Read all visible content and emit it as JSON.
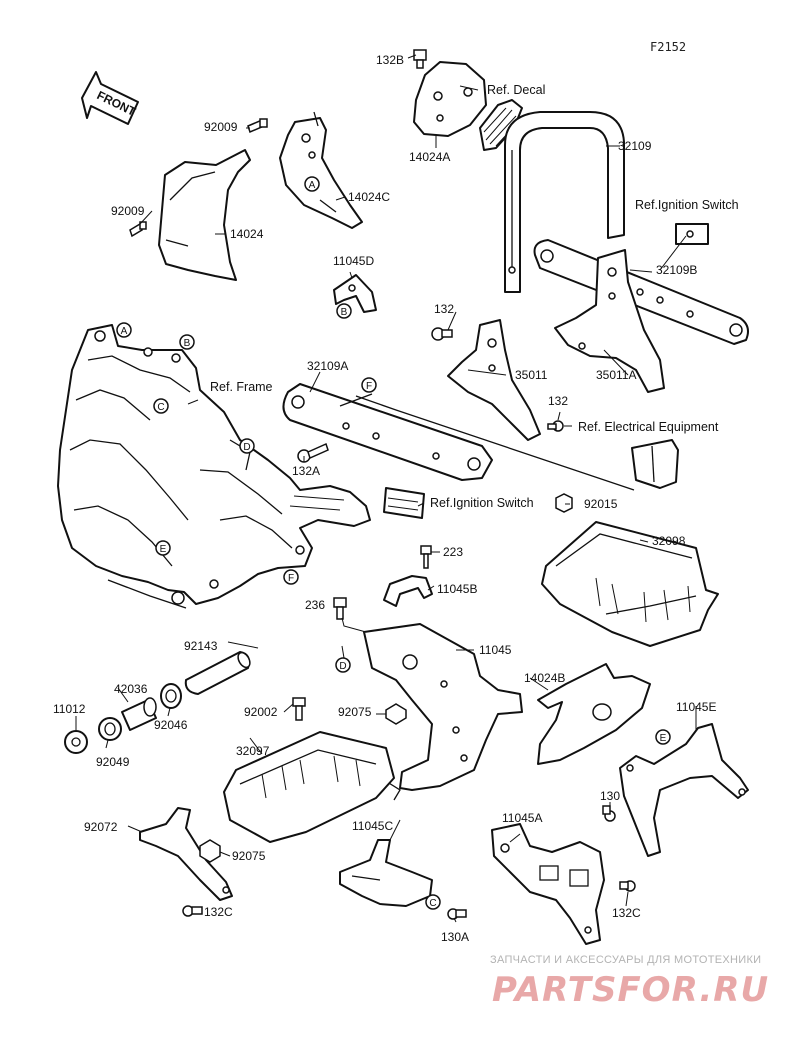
{
  "figure_code": "F2152",
  "front_arrow": "FRONT",
  "colors": {
    "ink": "#111111",
    "watermark_red": "#e8a8a8",
    "watermark_grey": "#b3b3b3"
  },
  "labels": {
    "l132B": "132B",
    "l14024A": "14024A",
    "l32109": "32109",
    "l92009a": "92009",
    "l14024C": "14024C",
    "l92009b": "92009",
    "l14024": "14024",
    "l11045D": "11045D",
    "l32109B": "32109B",
    "l132a": "132",
    "l35011": "35011",
    "l35011A": "35011A",
    "l32109A": "32109A",
    "l132b": "132",
    "l132A": "132A",
    "l92015": "92015",
    "l223": "223",
    "l32098": "32098",
    "l11045B": "11045B",
    "l236": "236",
    "l11045": "11045",
    "l92143": "92143",
    "l14024B": "14024B",
    "l42036": "42036",
    "l11012": "11012",
    "l92046": "92046",
    "l92049": "92049",
    "l92002": "92002",
    "l92075a": "92075",
    "l32097": "32097",
    "l11045E": "11045E",
    "l130": "130",
    "l92072": "92072",
    "l92075b": "92075",
    "l11045C": "11045C",
    "l11045A": "11045A",
    "l132C_a": "132C",
    "l130A": "130A",
    "l132C_b": "132C"
  },
  "references": {
    "decal": "Ref. Decal",
    "ignition_switch_top": "Ref.Ignition Switch",
    "frame": "Ref. Frame",
    "electrical_equipment": "Ref. Electrical Equipment",
    "ignition_switch_mid": "Ref.Ignition Switch"
  },
  "callouts": {
    "A1": "A",
    "B1": "B",
    "A2": "A",
    "B2": "B",
    "C1": "C",
    "D1": "D",
    "E1": "E",
    "F1": "F",
    "F2": "F",
    "D2": "D",
    "E2": "E",
    "C2": "C"
  },
  "watermark": {
    "caption": "ЗАПЧАСТИ И АКСЕССУАРЫ ДЛЯ МОТОТЕХНИКИ",
    "logo": "PARTSFOR.RU"
  }
}
